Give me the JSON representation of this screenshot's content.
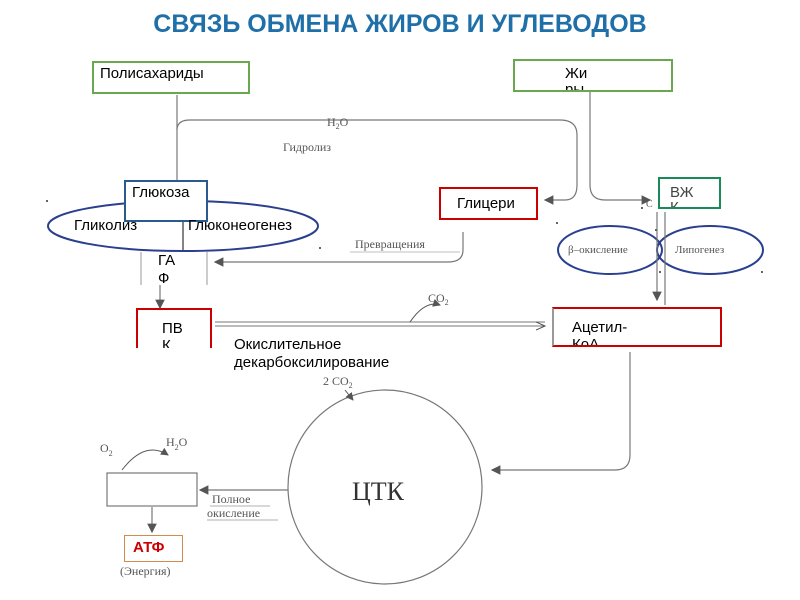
{
  "title": "СВЯЗЬ ОБМЕНА ЖИРОВ И УГЛЕВОДОВ",
  "boxes": {
    "polysaccharides": "Полисахариды",
    "fats": "Жиры",
    "glucose": "Глюкоза",
    "glycolysis": "Гликолиз",
    "gluconeogenesis": "Глюконеогенез",
    "glycerol": "Глицерин",
    "vzhk": "ВЖК",
    "gaf": "ГАФ",
    "pvk": "ПВК",
    "acetyl_coa": "Ацетил-КоА",
    "atp": "АТФ"
  },
  "labels": {
    "water_top": "H",
    "water_top_sub": "2",
    "water_top_o": "O",
    "hydrolysis": "Гидролиз",
    "transformation": "Превращения",
    "beta_oxidation": "β–окисление",
    "lipogenesis": "Липогенез",
    "co2_top": "CO",
    "co2_top_sub": "2",
    "oxidative_decarboxylation": "Окислительное декарбоксилирование",
    "two_co2": "2 CO",
    "two_co2_sub": "2",
    "tca": "ЦТК",
    "o2": "O",
    "o2_sub": "2",
    "h2o": "H",
    "h2o_sub": "2",
    "h2o_o": "O",
    "full_oxidation_1": "Полное",
    "full_oxidation_2": "окисление",
    "energy": "(Энергия)",
    "c_small": "C"
  },
  "colors": {
    "title": "#1f6fa8",
    "green_border": "#6aa84f",
    "red_border": "#cc0000",
    "blue_ellipse": "#2a3f8f",
    "teal_border": "#1a8a5a"
  }
}
